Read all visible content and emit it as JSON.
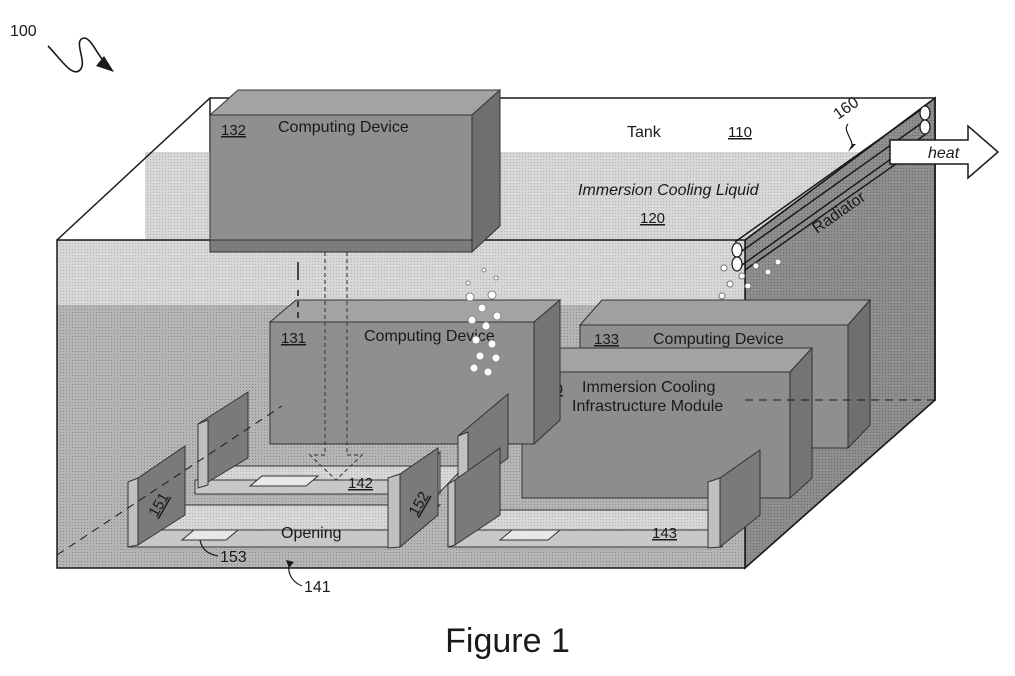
{
  "figure": {
    "ref_main": "100",
    "caption": "Figure 1",
    "tank": {
      "label": "Tank",
      "ref": "110"
    },
    "liquid": {
      "label": "Immersion Cooling Liquid",
      "ref": "120"
    },
    "radiator": {
      "label": "Radiator",
      "ref": "160"
    },
    "heat": {
      "label": "heat"
    },
    "device_132": {
      "ref": "132",
      "label": "Computing Device"
    },
    "device_131": {
      "ref": "131",
      "label": "Computing Device"
    },
    "device_133": {
      "ref": "133",
      "label": "Computing Device"
    },
    "module_300": {
      "ref": "300",
      "label_line1": "Immersion Cooling",
      "label_line2": "Infrastructure Module"
    },
    "slot_142": {
      "ref": "142"
    },
    "slot_143": {
      "ref": "143"
    },
    "slot_141": {
      "ref": "141"
    },
    "opening": {
      "label": "Opening",
      "ref": "153"
    },
    "wall_151": {
      "ref": "151"
    },
    "wall_152": {
      "ref": "152"
    }
  },
  "colors": {
    "liquid_fill": "#a9a9a9",
    "device_fill": "#8f8f8f",
    "outline": "#1a1a1a"
  }
}
